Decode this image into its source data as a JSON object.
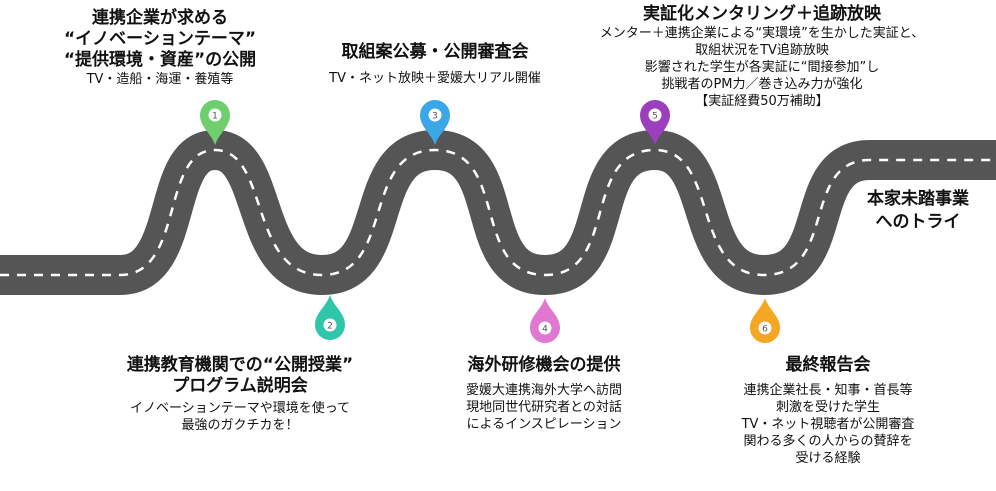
{
  "steps": [
    {
      "num": "1",
      "color": "#6fcf6f",
      "title": [
        "連携企業が求める",
        "“イノベーションテーマ”",
        "“提供環境・資産”の公開"
      ],
      "text": [
        "TV・造船・海運・養殖等"
      ]
    },
    {
      "num": "2",
      "color": "#2fc7aa",
      "title": [
        "連携教育機関での“公開授業”",
        "プログラム説明会"
      ],
      "text": [
        "イノベーションテーマや環境を使って",
        "最強のガクチカを！"
      ]
    },
    {
      "num": "3",
      "color": "#3ca7e6",
      "title": [
        "取組案公募・公開審査会"
      ],
      "text": [
        "TV・ネット放映＋愛媛大リアル開催"
      ]
    },
    {
      "num": "4",
      "color": "#e078d2",
      "title": [
        "海外研修機会の提供"
      ],
      "text": [
        "愛媛大連携海外大学へ訪問",
        "現地同世代研究者との対話",
        "によるインスピレーション"
      ]
    },
    {
      "num": "5",
      "color": "#9b3fbf",
      "title": [
        "実証化メンタリング＋追跡放映"
      ],
      "text": [
        "メンター＋連携企業による“実環境”を生かした実証と、",
        "取組状況をTV追跡放映",
        "影響された学生が各実証に“間接参加”し",
        "挑戦者のPM力／巻き込み力が強化",
        "【実証経費50万補助】"
      ]
    },
    {
      "num": "6",
      "color": "#f5a623",
      "title": [
        "最終報告会"
      ],
      "text": [
        "連携企業社長・知事・首長等",
        "刺激を受けた学生",
        "TV・ネット視聴者が公開審査",
        "関わる多くの人からの賛辞を",
        "受ける経験"
      ]
    }
  ],
  "goal": [
    "本家未踏事業",
    "へのトライ"
  ]
}
